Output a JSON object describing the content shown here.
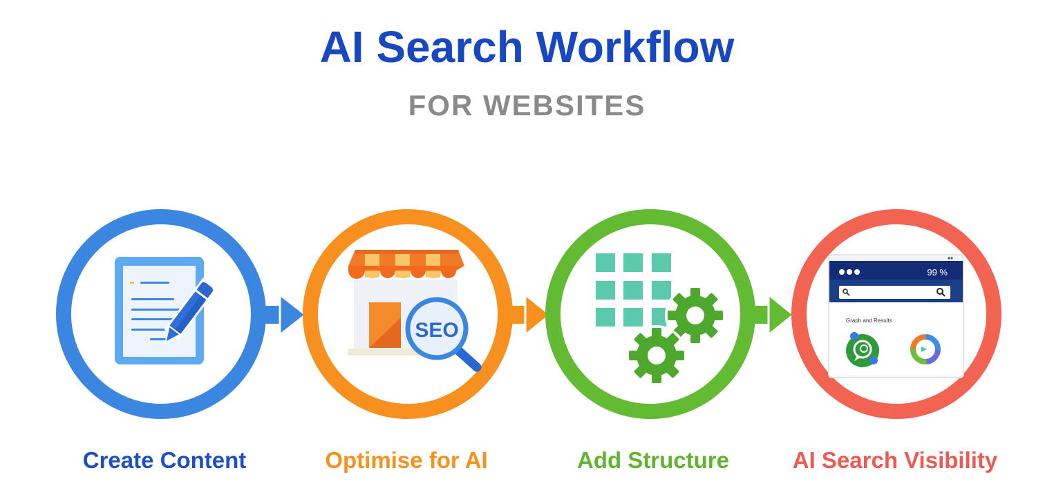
{
  "header": {
    "title": "AI Search Workflow",
    "subtitle": "FOR WEBSITES"
  },
  "colors": {
    "title": "#1748c2",
    "subtitle": "#8a8a8a",
    "step1": "#3a86e0",
    "step2": "#f7901e",
    "step3": "#62bb32",
    "step4": "#f26352"
  },
  "steps": [
    {
      "label": "Create Content",
      "icon": "document-pencil-icon",
      "color": "#1c4fc0"
    },
    {
      "label": "Optimise for AI",
      "icon": "storefront-seo-magnifier-icon",
      "color": "#f7901e",
      "badge": "SEO"
    },
    {
      "label": "Add Structure",
      "icon": "grid-gears-icon",
      "color": "#5fb52f"
    },
    {
      "label": "AI Search Visibility",
      "icon": "browser-search-results-icon",
      "color": "#ee5a52",
      "browser": {
        "percent": "99 %",
        "caption": "Graph and Results"
      }
    }
  ],
  "connectors": [
    {
      "from": 1,
      "to": 2,
      "icon": "arrow-right-icon"
    },
    {
      "from": 2,
      "to": 3,
      "icon": "arrow-right-icon"
    },
    {
      "from": 3,
      "to": 4,
      "icon": "arrow-right-icon"
    }
  ]
}
